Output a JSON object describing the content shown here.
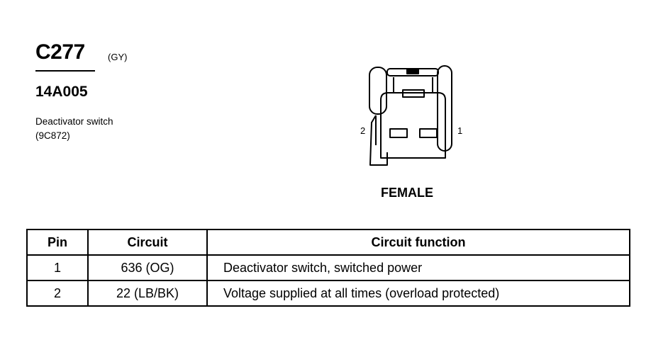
{
  "header": {
    "connector_id": "C277",
    "connector_color": "(GY)",
    "part_number": "14A005",
    "description": "Deactivator switch",
    "part_ref": "(9C872)"
  },
  "diagram": {
    "pin_label_left": "2",
    "pin_label_right": "1",
    "gender": "FEMALE"
  },
  "table": {
    "headers": [
      "Pin",
      "Circuit",
      "Circuit function"
    ],
    "rows": [
      {
        "pin": "1",
        "circuit": "636 (OG)",
        "function": "Deactivator switch, switched power"
      },
      {
        "pin": "2",
        "circuit": "22 (LB/BK)",
        "function": "Voltage supplied at all times (overload protected)"
      }
    ]
  }
}
